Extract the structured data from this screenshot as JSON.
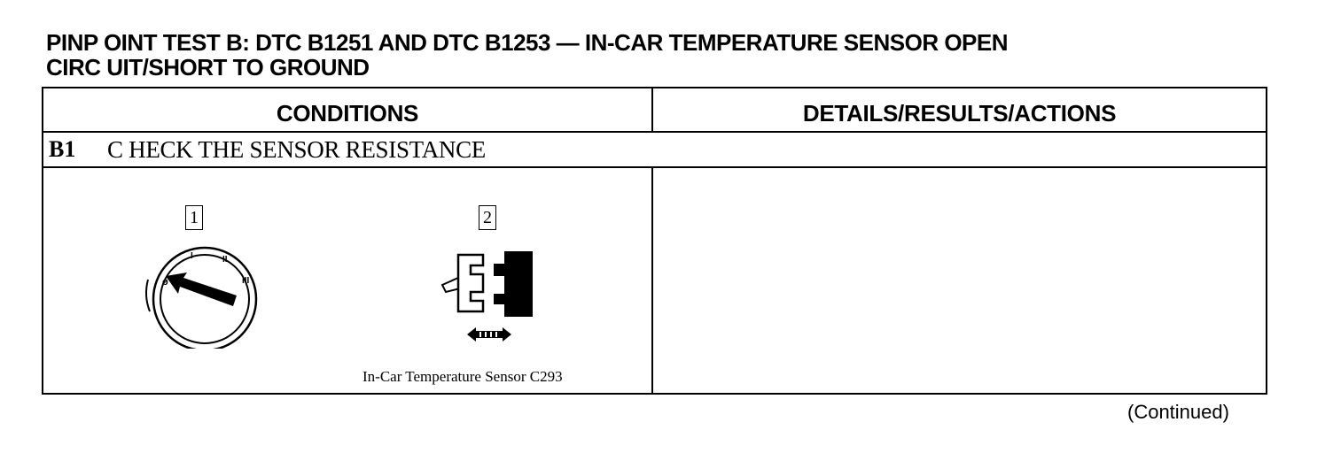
{
  "title": {
    "line1": "PINP OINT TEST B:  DTC B1251 AND DTC B1253 — IN-CAR TEMPERATURE SENSOR OPEN",
    "line2": "CIRC UIT/SHORT TO GROUND"
  },
  "table": {
    "headers": {
      "conditions": "CONDITIONS",
      "details": "DETAILS/RESULTS/ACTIONS"
    },
    "step": {
      "id": "B1",
      "title": "C HECK THE SENSOR RESISTANCE"
    },
    "conditions": {
      "step1_number": "1",
      "step2_number": "2",
      "ignition_icon": "ignition-switch-off-icon",
      "connector_icon": "disconnect-connector-icon",
      "caption": "In-Car Temperature Sensor C293"
    },
    "details": ""
  },
  "footer": {
    "continued": "(Continued)"
  }
}
